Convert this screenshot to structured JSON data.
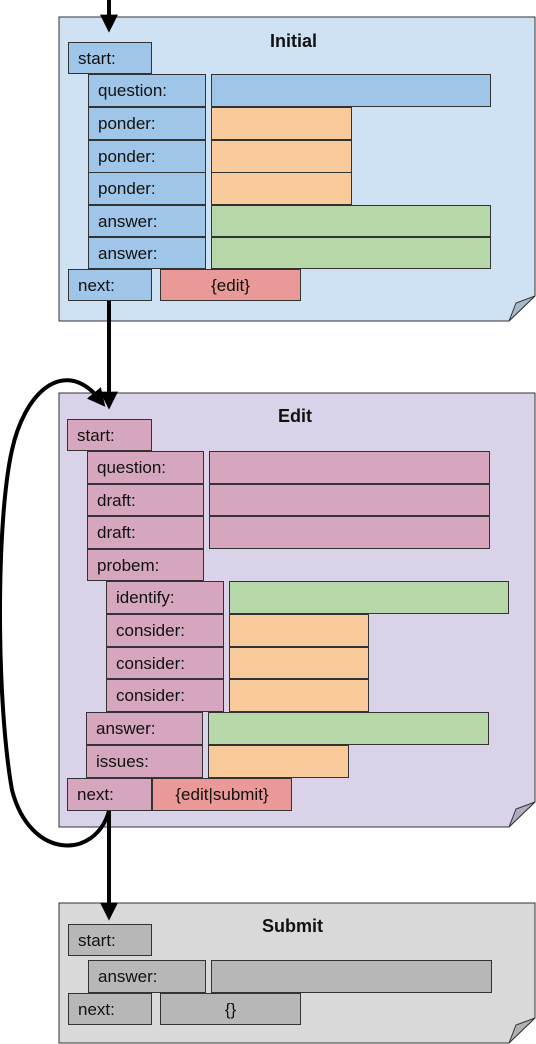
{
  "colors": {
    "initial_bg": "#cfe2f3",
    "initial_field": "#9fc5e8",
    "edit_bg": "#d9d2e9",
    "edit_field": "#d5a6bd",
    "submit_bg": "#d9d9d9",
    "submit_field": "#b7b7b7",
    "orange": "#f9cb9c",
    "green": "#b6d7a8",
    "red": "#ea9999"
  },
  "initial": {
    "title": "Initial",
    "start": "start:",
    "question": "question:",
    "ponder": "ponder:",
    "answer": "answer:",
    "next": "next:",
    "next_value": "{edit}"
  },
  "edit": {
    "title": "Edit",
    "start": "start:",
    "question": "question:",
    "draft": "draft:",
    "problem": "probem:",
    "identify": "identify:",
    "consider": "consider:",
    "answer": "answer:",
    "issues": "issues:",
    "next": "next:",
    "next_value": "{edit|submit}"
  },
  "submit": {
    "title": "Submit",
    "start": "start:",
    "answer": "answer:",
    "next": "next:",
    "next_value": "{}"
  }
}
